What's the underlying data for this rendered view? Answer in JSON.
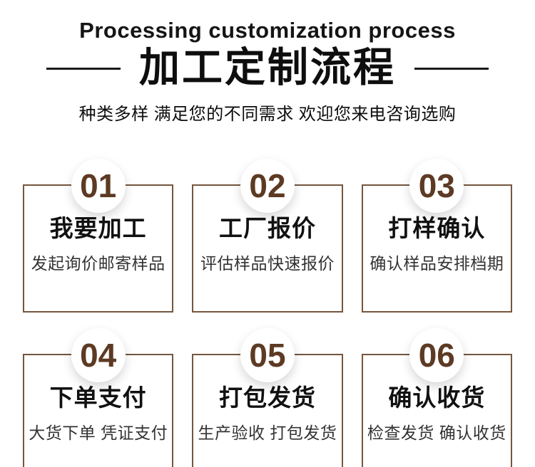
{
  "theme": {
    "background": "#ffffff",
    "accent_brown": "#5d3a23",
    "border_brown": "#75563e",
    "text_dark": "#0e0e0e",
    "text_gray": "#333333"
  },
  "header": {
    "title_en": "Processing customization process",
    "title_zh": "加工定制流程",
    "subtitle": "种类多样 满足您的不同需求 欢迎您来电咨询选购"
  },
  "steps": [
    {
      "number": "01",
      "title": "我要加工",
      "desc": "发起询价邮寄样品"
    },
    {
      "number": "02",
      "title": "工厂报价",
      "desc": "评估样品快速报价"
    },
    {
      "number": "03",
      "title": "打样确认",
      "desc": "确认样品安排档期"
    },
    {
      "number": "04",
      "title": "下单支付",
      "desc": "大货下单 凭证支付"
    },
    {
      "number": "05",
      "title": "打包发货",
      "desc": "生产验收 打包发货"
    },
    {
      "number": "06",
      "title": "确认收货",
      "desc": "检查发货 确认收货"
    }
  ]
}
